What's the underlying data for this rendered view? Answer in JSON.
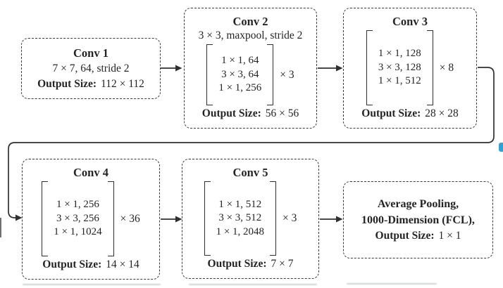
{
  "figure": {
    "type": "cnn-architecture-flow-diagram",
    "ink_color": "#2f2f2f",
    "background": "#ffffff",
    "artifact_teal": "#2fa3d6"
  },
  "blocks": [
    {
      "title": "Conv 1",
      "params": "7 × 7, 64, stride 2",
      "output_label": "Output Size:",
      "output_value": "112 × 112"
    },
    {
      "title": "Conv 2",
      "subtitle": "3 × 3, maxpool, stride 2",
      "matrix": [
        "1 × 1, 64",
        "3 × 3, 64",
        "1 × 1, 256"
      ],
      "multiplier": "× 3",
      "output_label": "Output Size:",
      "output_value": "56 × 56"
    },
    {
      "title": "Conv 3",
      "matrix": [
        "1 × 1, 128",
        "3 × 3, 128",
        "1 × 1, 512"
      ],
      "multiplier": "× 8",
      "output_label": "Output Size:",
      "output_value": "28 × 28"
    },
    {
      "title": "Conv 4",
      "matrix": [
        "1 × 1, 256",
        "3 × 3, 256",
        "1 × 1, 1024"
      ],
      "multiplier": "× 36",
      "output_label": "Output Size:",
      "output_value": "14 × 14"
    },
    {
      "title": "Conv 5",
      "matrix": [
        "1 × 1, 512",
        "3 × 3, 512",
        "1 × 1, 2048"
      ],
      "multiplier": "× 3",
      "output_label": "Output Size:",
      "output_value": "7 × 7"
    },
    {
      "line1": "Average Pooling,",
      "line2": "1000-Dimension (FCL),",
      "output_label": "Output Size:",
      "output_value": "1 × 1"
    }
  ]
}
